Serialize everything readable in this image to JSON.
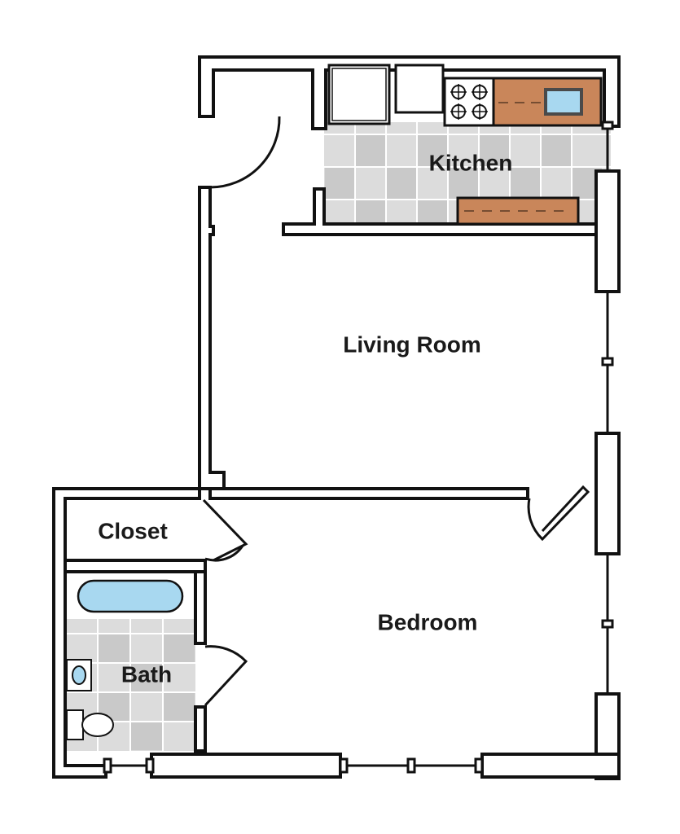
{
  "rooms": {
    "kitchen": "Kitchen",
    "living_room": "Living Room",
    "closet": "Closet",
    "bedroom": "Bedroom",
    "bath": "Bath"
  },
  "colors": {
    "wall": "#111111",
    "floor_tile_light": "#dcdcdc",
    "floor_tile_dark": "#c6c6c6",
    "counter_wood": "#c9865a",
    "fixture_blue": "#a8d8f0",
    "background": "#ffffff"
  },
  "fixtures": [
    "refrigerator",
    "cabinet",
    "stove-icon",
    "sink-icon",
    "kitchen-counter",
    "bathtub",
    "bath-sink-icon",
    "toilet-icon"
  ]
}
